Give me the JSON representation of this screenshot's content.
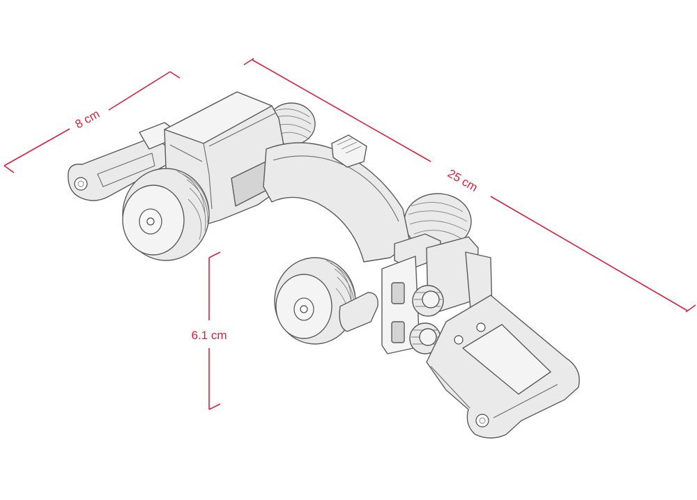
{
  "dimensions": {
    "width_label": "8 cm",
    "length_label": "25 cm",
    "height_label": "6.1 cm"
  },
  "colors": {
    "dimension": "#d9213a",
    "body_fill": "#eaeaea",
    "outline": "#5a5a5a"
  }
}
